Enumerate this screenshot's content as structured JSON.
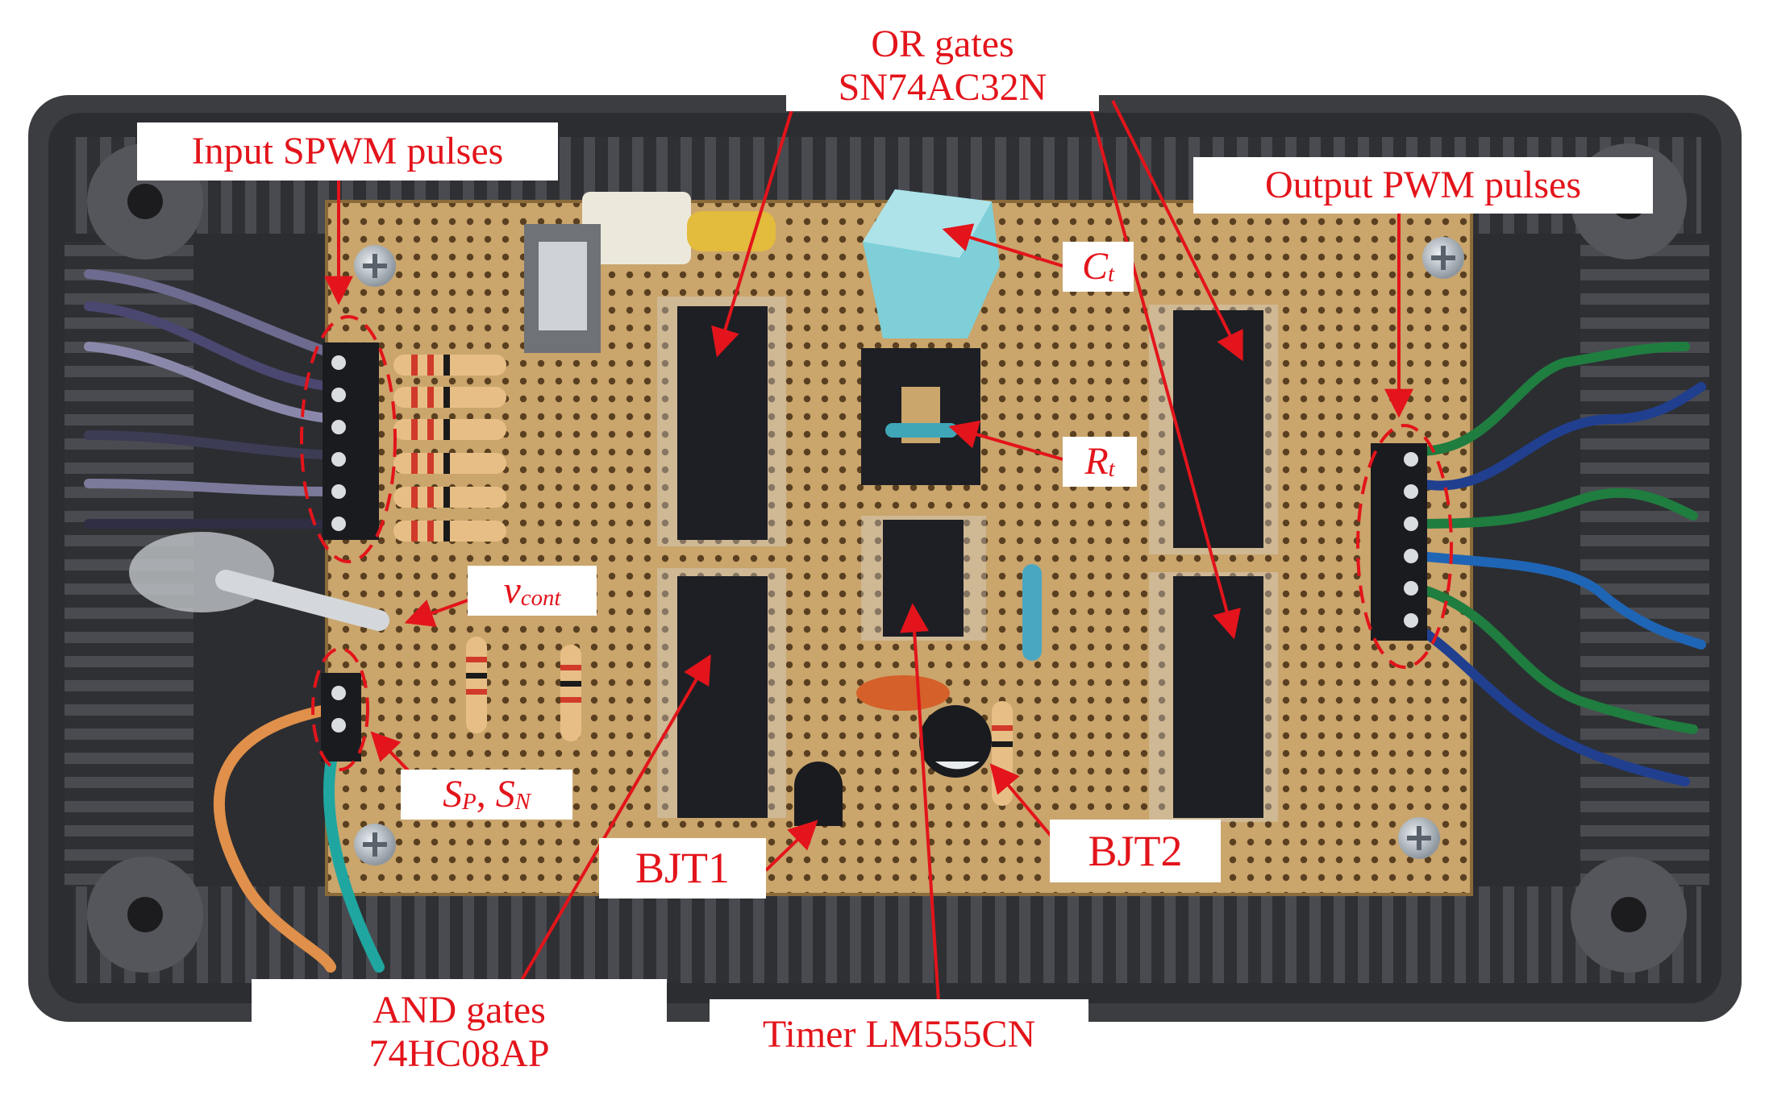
{
  "labels": {
    "or_line1": "OR gates",
    "or_line2": "SN74AC32N",
    "input": "Input SPWM pulses",
    "output": "Output PWM pulses",
    "ct_main": "C",
    "ct_sub": "t",
    "rt_main": "R",
    "rt_sub": "t",
    "vcont_main": "v",
    "vcont_sub": "cont",
    "sp_main": "S",
    "sp_sub": "P",
    "sep": ", ",
    "sn_main": "S",
    "sn_sub": "N",
    "bjt1": "BJT1",
    "bjt2": "BJT2",
    "and_line1": "AND gates",
    "and_line2": "74HC08AP",
    "timer": "Timer LM555CN"
  },
  "colors": {
    "annotation": "#e3141b",
    "board": "#c9a46a",
    "enclosure": "#3a3b3f",
    "ic": "#1d1f24"
  }
}
